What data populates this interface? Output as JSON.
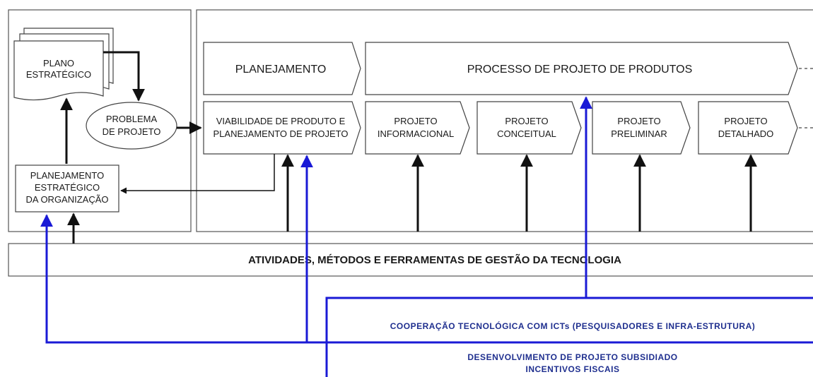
{
  "plan_doc": [
    "PLANO",
    "ESTRATÉGICO"
  ],
  "problem": [
    "PROBLEMA",
    "DE PROJETO"
  ],
  "strategic_planning": [
    "PLANEJAMENTO",
    "ESTRATÉGICO",
    "DA ORGANIZAÇÃO"
  ],
  "planning_header": "PLANEJAMENTO",
  "process_header": "PROCESSO DE PROJETO DE PRODUTOS",
  "viability": [
    "VIABILIDADE DE PRODUTO E",
    "PLANEJAMENTO DE PROJETO"
  ],
  "phases": [
    [
      "PROJETO",
      "INFORMACIONAL"
    ],
    [
      "PROJETO",
      "CONCEITUAL"
    ],
    [
      "PROJETO",
      "PRELIMINAR"
    ],
    [
      "PROJETO",
      "DETALHADO"
    ]
  ],
  "activities_bar": "ATIVIDADES, MÉTODOS E FERRAMENTAS DE GESTÃO DA TECNOLOGIA",
  "cooperation": "COOPERAÇÃO TECNOLÓGICA COM ICTs (PESQUISADORES E INFRA-ESTRUTURA)",
  "development": [
    "DESENVOLVIMENTO DE PROJETO SUBSIDIADO",
    "INCENTIVOS FISCAIS"
  ],
  "colors": {
    "blue": "#1a1ad6",
    "black": "#111111",
    "box_stroke": "#555555"
  }
}
